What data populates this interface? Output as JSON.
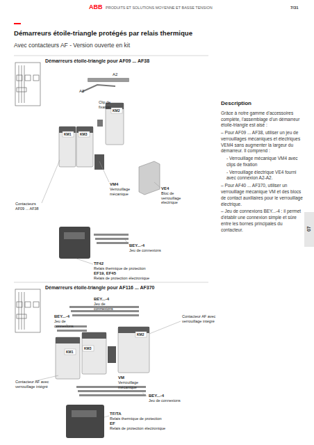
{
  "diagram": {
    "title": "Démarreurs étoile-triangle protégés par relais thermique",
    "labels": [
      "ABB",
      "PRODUITS ET SOLUTIONS MOYENNE ET BASSE TENSION",
      "7/31",
      "Avec contacteurs AF - Version ouverte en kit",
      "Démarreurs étoile-triangle pour AF09 ... AF38",
      "A2",
      "A2",
      "Clip de fixation",
      "KM1",
      "KM3",
      "KM2",
      "VM4",
      "Verrouillage mécanique",
      "VE4",
      "Bloc de verrouillage électrique",
      "Contacteurs AF09 ... AF38",
      "BEY...-4",
      "Jeu de connexions",
      "TF42",
      "Relais thermique de protection",
      "EF19, EF45",
      "Relais de protection électronique",
      "Démarreurs étoile-triangle pour AF116 ... AF370",
      "BEY...-4",
      "Jeu de connexions",
      "BEY...-4",
      "Jeu de connexions",
      "Contacteur AF avec verrouillage intégré",
      "KM1",
      "KM3",
      "KM2",
      "VM",
      "Verrouillage mécanique",
      "Contacteur AF avec verrouillage intégré",
      "BEY...-4",
      "Jeu de connexions",
      "TF/TA",
      "Relais thermique de protection",
      "EF",
      "Relais de protection électronique",
      "Description",
      "Grâce à notre gamme d'accessoires complète, l'assemblage d'un démarreur étoile-triangle est aisé :",
      "– Pour AF09 ... AF38, utiliser un jeu de verrouillages mécaniques et électriques VEM4 sans augmenter la largeur du démarreur. Il comprend :",
      "- Verrouillage mécanique VM4 avec clips de fixation",
      "- Verrouillage électrique VE4 fourni avec connexion A2-A2.",
      "– Pour AF40 ... AF370, utiliser un verrouillage mécanique VM et des blocs de contact auxiliaires pour le verrouillage électrique.",
      "– Jeu de connexions BEY...-4 : il permet d'établir une connexion simple et sûre entre les bornes principales du contacteur.",
      "07"
    ]
  }
}
